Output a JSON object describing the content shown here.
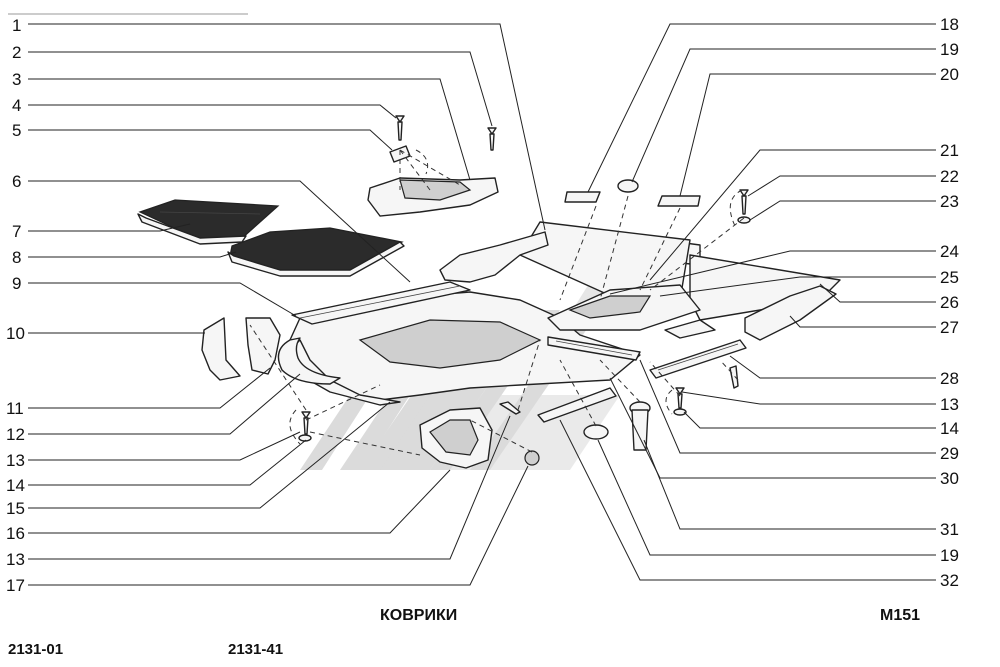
{
  "callouts_left": [
    "1",
    "2",
    "3",
    "4",
    "5",
    "6",
    "7",
    "8",
    "9",
    "10",
    "11",
    "12",
    "13",
    "14",
    "15",
    "16",
    "13",
    "17"
  ],
  "callouts_right": [
    "18",
    "19",
    "20",
    "21",
    "22",
    "23",
    "24",
    "25",
    "26",
    "27",
    "28",
    "13",
    "14",
    "29",
    "30",
    "31",
    "19",
    "32"
  ],
  "title": "КОВРИКИ",
  "code": "M151",
  "models": [
    "2131-01",
    "2131-41"
  ],
  "watermark_color": "#d8d8d8"
}
